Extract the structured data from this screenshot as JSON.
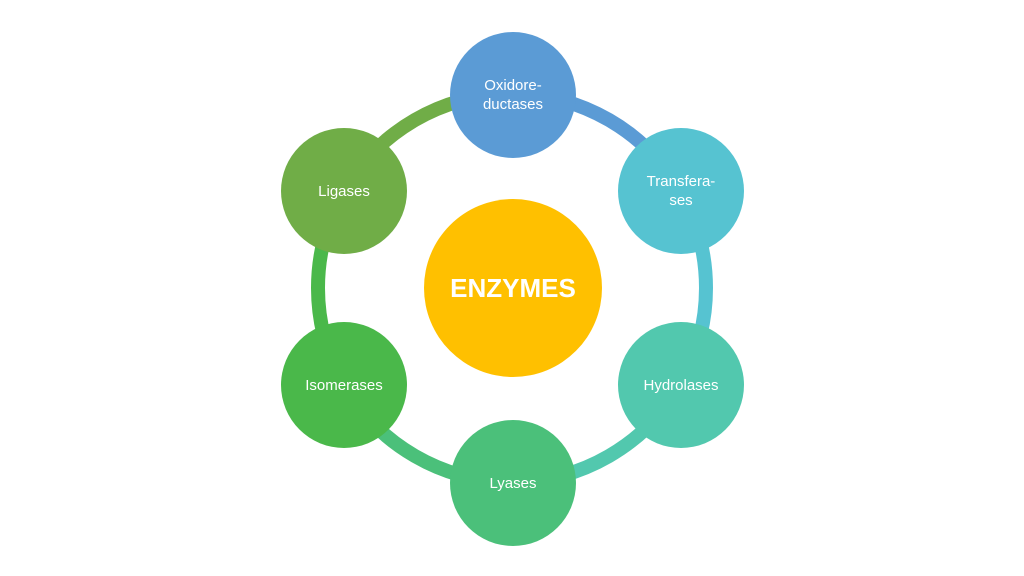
{
  "diagram": {
    "center": {
      "label": "ENZYMES",
      "color": "#FFC000"
    },
    "nodes": [
      {
        "id": "oxidoreductases",
        "label": "Oxidore-\nductases",
        "color": "#5B9BD5"
      },
      {
        "id": "transferases",
        "label": "Transfera-\nses",
        "color": "#56C3D1"
      },
      {
        "id": "hydrolases",
        "label": "Hydrolases",
        "color": "#52C8AE"
      },
      {
        "id": "lyases",
        "label": "Lyases",
        "color": "#4BC07A"
      },
      {
        "id": "isomerases",
        "label": "Isomerases",
        "color": "#4AB84A"
      },
      {
        "id": "ligases",
        "label": "Ligases",
        "color": "#70AD47"
      }
    ],
    "ring_colors": [
      "#5B9BD5",
      "#56C3D1",
      "#52C8AE",
      "#4BC07A",
      "#4AB84A",
      "#70AD47"
    ]
  }
}
